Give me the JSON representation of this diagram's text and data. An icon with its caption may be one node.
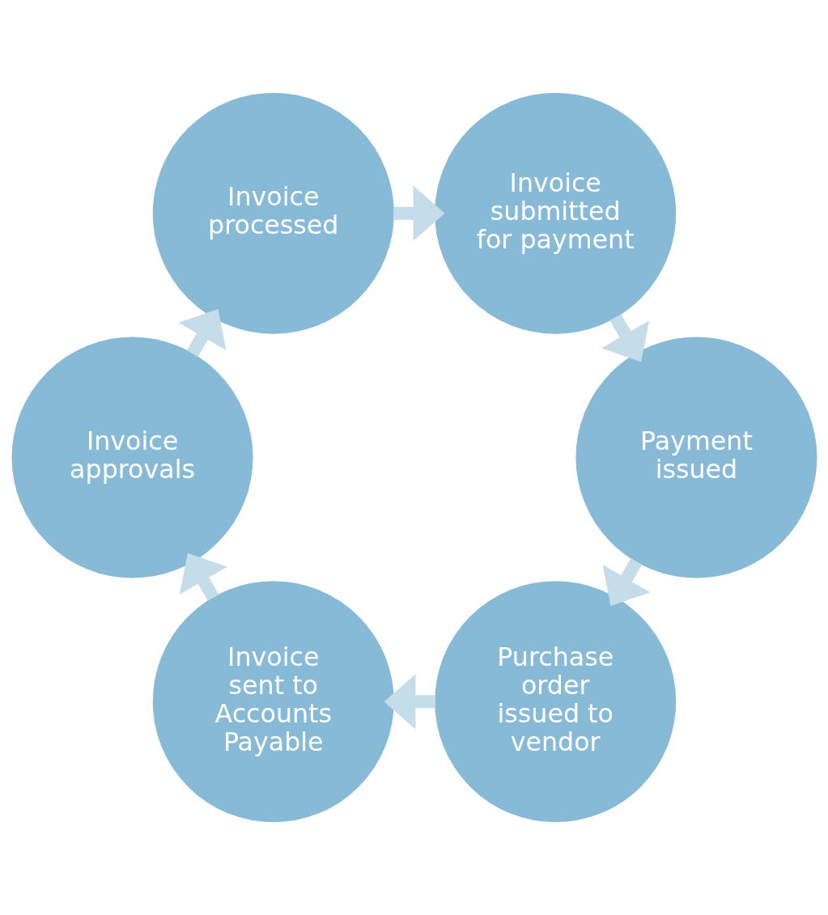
{
  "diagram": {
    "nodes": [
      {
        "text": [
          "Purchase order issued to vendor"
        ]
      },
      {
        "text": [
          "Invoice sent to Accounts Payable"
        ]
      },
      {
        "text": [
          "Invoice approvals"
        ]
      },
      {
        "text": [
          "Invoice processed"
        ]
      },
      {
        "text": [
          "Invoice submitted for payment"
        ]
      },
      {
        "text": [
          "Payment issued"
        ]
      }
    ],
    "edges": [
      {
        "from": 0,
        "to": 1,
        "arrow": "to"
      },
      {
        "from": 1,
        "to": 2,
        "arrow": "to"
      },
      {
        "from": 2,
        "to": 3,
        "arrow": "to"
      },
      {
        "from": 3,
        "to": 4,
        "arrow": "to"
      },
      {
        "from": 4,
        "to": 5,
        "arrow": "to"
      },
      {
        "from": 5,
        "to": 0,
        "arrow": "to"
      }
    ]
  }
}
